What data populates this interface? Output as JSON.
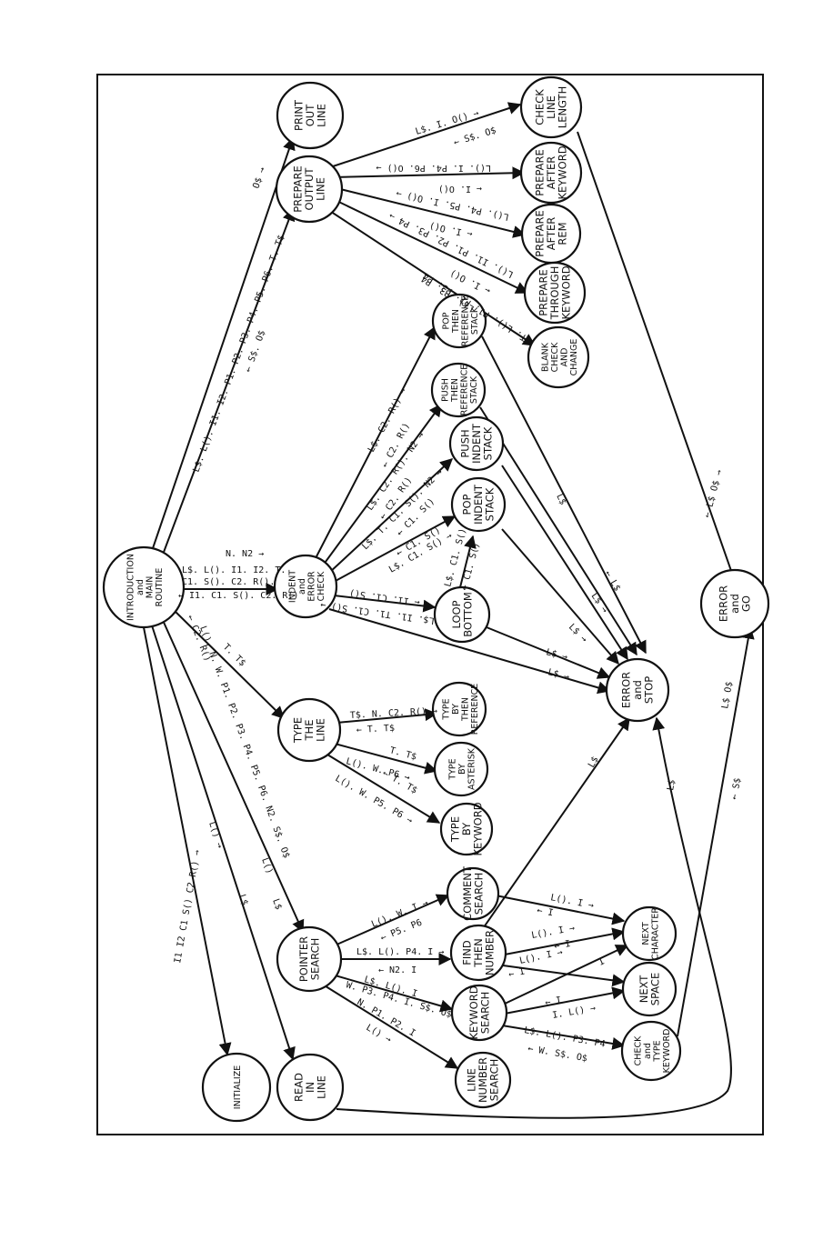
{
  "nodes": [
    {
      "id": "intro",
      "lines": [
        "INTRODUCTION",
        "and",
        "MAIN",
        "ROUTINE"
      ]
    },
    {
      "id": "print",
      "lines": [
        "PRINT",
        "OUT",
        "LINE"
      ]
    },
    {
      "id": "prepare_output",
      "lines": [
        "PREPARE",
        "OUTPUT",
        "LINE"
      ]
    },
    {
      "id": "check_length",
      "lines": [
        "CHECK",
        "LINE",
        "LENGTH"
      ]
    },
    {
      "id": "prepare_after_keyword",
      "lines": [
        "PREPARE",
        "AFTER",
        "KEYWORD"
      ]
    },
    {
      "id": "prepare_after_rem",
      "lines": [
        "PREPARE",
        "AFTER",
        "REM"
      ]
    },
    {
      "id": "prepare_through",
      "lines": [
        "PREPARE",
        "THROUGH",
        "KEYWORD"
      ]
    },
    {
      "id": "blank_check",
      "lines": [
        "BLANK",
        "CHECK",
        "AND",
        "CHANGE"
      ]
    },
    {
      "id": "pop_ref",
      "lines": [
        "POP",
        "THEN",
        "REFERENCE",
        "STACK"
      ]
    },
    {
      "id": "push_ref",
      "lines": [
        "PUSH",
        "THEN",
        "REFERENCE",
        "STACK"
      ]
    },
    {
      "id": "push_indent",
      "lines": [
        "PUSH",
        "INDENT",
        "STACK"
      ]
    },
    {
      "id": "pop_indent",
      "lines": [
        "POP",
        "INDENT",
        "STACK"
      ]
    },
    {
      "id": "indent",
      "lines": [
        "INDENT",
        "and",
        "ERROR",
        "CHECK"
      ]
    },
    {
      "id": "loop_bottom",
      "lines": [
        "LOOP",
        "BOTTOM"
      ]
    },
    {
      "id": "error_stop",
      "lines": [
        "ERROR",
        "and",
        "STOP"
      ]
    },
    {
      "id": "error_go",
      "lines": [
        "ERROR",
        "and",
        "GO"
      ]
    },
    {
      "id": "type_line",
      "lines": [
        "TYPE",
        "THE",
        "LINE"
      ]
    },
    {
      "id": "type_ref",
      "lines": [
        "TYPE",
        "BY",
        "THEN",
        "REFERENCE"
      ]
    },
    {
      "id": "type_ast",
      "lines": [
        "TYPE",
        "BY",
        "ASTERISK"
      ]
    },
    {
      "id": "type_key",
      "lines": [
        "TYPE",
        "BY",
        "KEYWORD"
      ]
    },
    {
      "id": "pointer",
      "lines": [
        "POINTER",
        "SEARCH"
      ]
    },
    {
      "id": "comment",
      "lines": [
        "COMMENT",
        "SEARCH"
      ]
    },
    {
      "id": "find_number",
      "lines": [
        "FIND",
        "THEN",
        "NUMBER"
      ]
    },
    {
      "id": "keyword_search",
      "lines": [
        "KEYWORD",
        "SEARCH"
      ]
    },
    {
      "id": "line_number",
      "lines": [
        "LINE",
        "NUMBER",
        "SEARCH"
      ]
    },
    {
      "id": "next_char",
      "lines": [
        "NEXT",
        "CHARACTER"
      ]
    },
    {
      "id": "next_space",
      "lines": [
        "NEXT",
        "SPACE"
      ]
    },
    {
      "id": "check_type_kw",
      "lines": [
        "CHECK",
        "and",
        "TYPE",
        "KEYWORD"
      ]
    },
    {
      "id": "initialize",
      "lines": [
        "INITIALIZE"
      ]
    },
    {
      "id": "read_line",
      "lines": [
        "READ",
        "IN",
        "LINE"
      ]
    }
  ],
  "labels": {
    "intro_print_out": "O$ →",
    "intro_prepare_out": "L$. L(). I1. I2. P1. P2. P3. P4. P5. P6. T. T$",
    "intro_prepare_back": "← S$. O$",
    "prep_check_out": "L$. I. O() →",
    "prep_check_back": "← S$. O$",
    "prep_afterkw_out": "L(). I. P4. P6. O() →",
    "prep_afterkw_back": "← I. O()",
    "prep_rem_out": "L(). P4. P5. I. O() →",
    "prep_rem_back": "← I. O()",
    "prep_through_out": "L(). I1. P1. P2. P3. P4 →",
    "prep_through_back": "← I. O()",
    "prep_blank_out": "L(). P3. P4",
    "prep_blank_back": "T. L(). P1. P2. P3. P4",
    "indent_popref_out": "L$. C2. R() →",
    "indent_popref_back": "← C2. R()",
    "indent_pushref_out": "L$. C2. R(). N2 →",
    "indent_pushref_back": "← C2. R()",
    "indent_pushind_out": "L$. T. C1. S(). N2 →",
    "indent_pushind_back": "← C1. S()",
    "indent_popind_out": "L$. C1. S() →",
    "indent_popind_back": "← C1. S()",
    "indent_loop_out": "L$. I1. T1. C1. S() →",
    "indent_loop_back": "← I1. C1. S()",
    "loop_popind_out": "L$. C1. S()",
    "loop_popind_back": "← C1. S()",
    "intro_indent_top": "N. N2 →",
    "intro_indent_mid1": "L$. L(). I1. I2. T.",
    "intro_indent_mid2": "C1. S(). C2. R().",
    "intro_indent_bottom": "← I1. C1. S(). C2. R()",
    "intro_type_out": "T. T$",
    "intro_pointer_out": "L(). N. W. P1. P2. P3. P4. P5. P6. N2. S$. O$",
    "intro_pointer_back": "← C2. R()",
    "intro_pointer_lbl": "L$",
    "intro_pointer_l": "L()",
    "intro_read_out": "L() →",
    "intro_read_lbl": "L$",
    "intro_init_label": "I1   I2   C1   S()   C2   R()  →",
    "type_ref_out": "T$. N. C2. R() →",
    "type_ref_back": "← T. T$",
    "type_ast_out": "L(). W. P6 →",
    "type_ast_back": "T. T$",
    "type_key_out": "L(). W. P5. P6 →",
    "type_key_back": "← T. T$",
    "ptr_comment_out": "L(). W. I →",
    "ptr_comment_back": "← P5. P6",
    "ptr_find_out": "L$. L(). P4. I →",
    "ptr_find_back": "← N2. I",
    "ptr_kw_out": "L$. L(). I",
    "ptr_kw_back": "W. P3. P4. I. S$. O$",
    "ptr_line_out": "N. P1. P2. I",
    "ptr_line_back": "L() →",
    "comment_nextchar_out": "L(). I →",
    "comment_nextchar_back": "← I",
    "find_nextchar_out": "L(). I →",
    "find_nextchar_back": "← I",
    "find_nextspace_out": "L(). I →",
    "find_nextspace_back": "← I",
    "kw_nextchar_back": "I",
    "kw_nextspace_out": "← I",
    "kw_nextspace_back": "I. L() →",
    "kw_checktype_out": "L$. L(). P3. P4",
    "kw_checktype_back": "← W. S$. O$",
    "to_error_stop_1": "L$",
    "to_error_stop_2": "L$ →",
    "to_error_stop_3": "L$ →",
    "to_error_stop_4": "L$ →",
    "to_error_stop_5": "L$ →",
    "to_error_stop_6": "← L$",
    "to_error_stop_7": "L$",
    "to_error_stop_8": "L$",
    "error_go_top": "← L$   O$ →",
    "error_go_bottom": "L$   O$",
    "error_go_s": "← S$",
    "error_go_s2": "S$"
  }
}
